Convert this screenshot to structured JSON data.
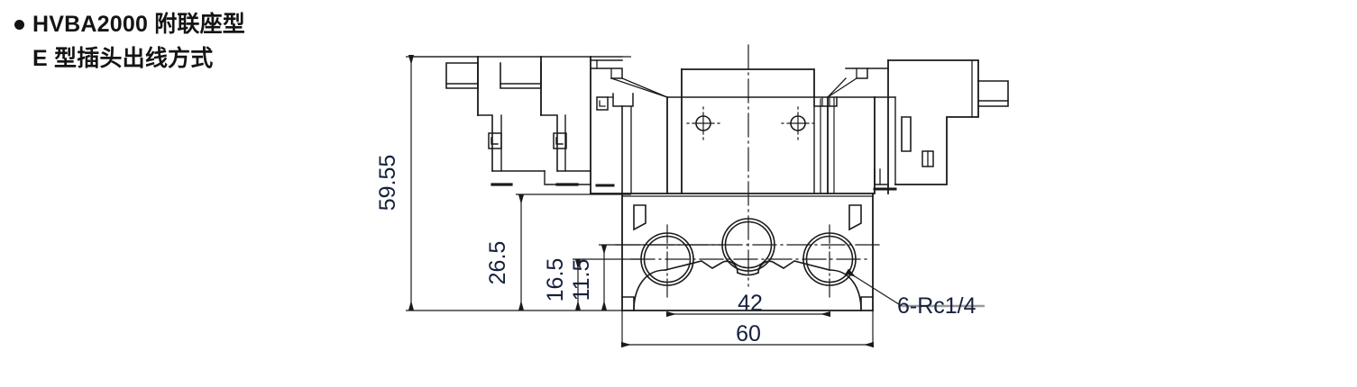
{
  "document": {
    "type": "engineering-dimension-drawing",
    "view": "front-elevation",
    "units": "mm"
  },
  "title": {
    "bullet": "•",
    "line1": "HVBA2000 附联座型",
    "line2": "E 型插头出线方式"
  },
  "dimensions": {
    "overall_height": "59.55",
    "base_height": "26.5",
    "port_center_outer": "16.5",
    "port_center_middle": "11.5",
    "port_pitch": "42",
    "base_width": "60"
  },
  "callouts": {
    "ports": "6-Rc1/4"
  },
  "colors": {
    "line": "#1a1a1a",
    "text": "#16213d",
    "background": "#ffffff",
    "title_text": "#141414"
  }
}
